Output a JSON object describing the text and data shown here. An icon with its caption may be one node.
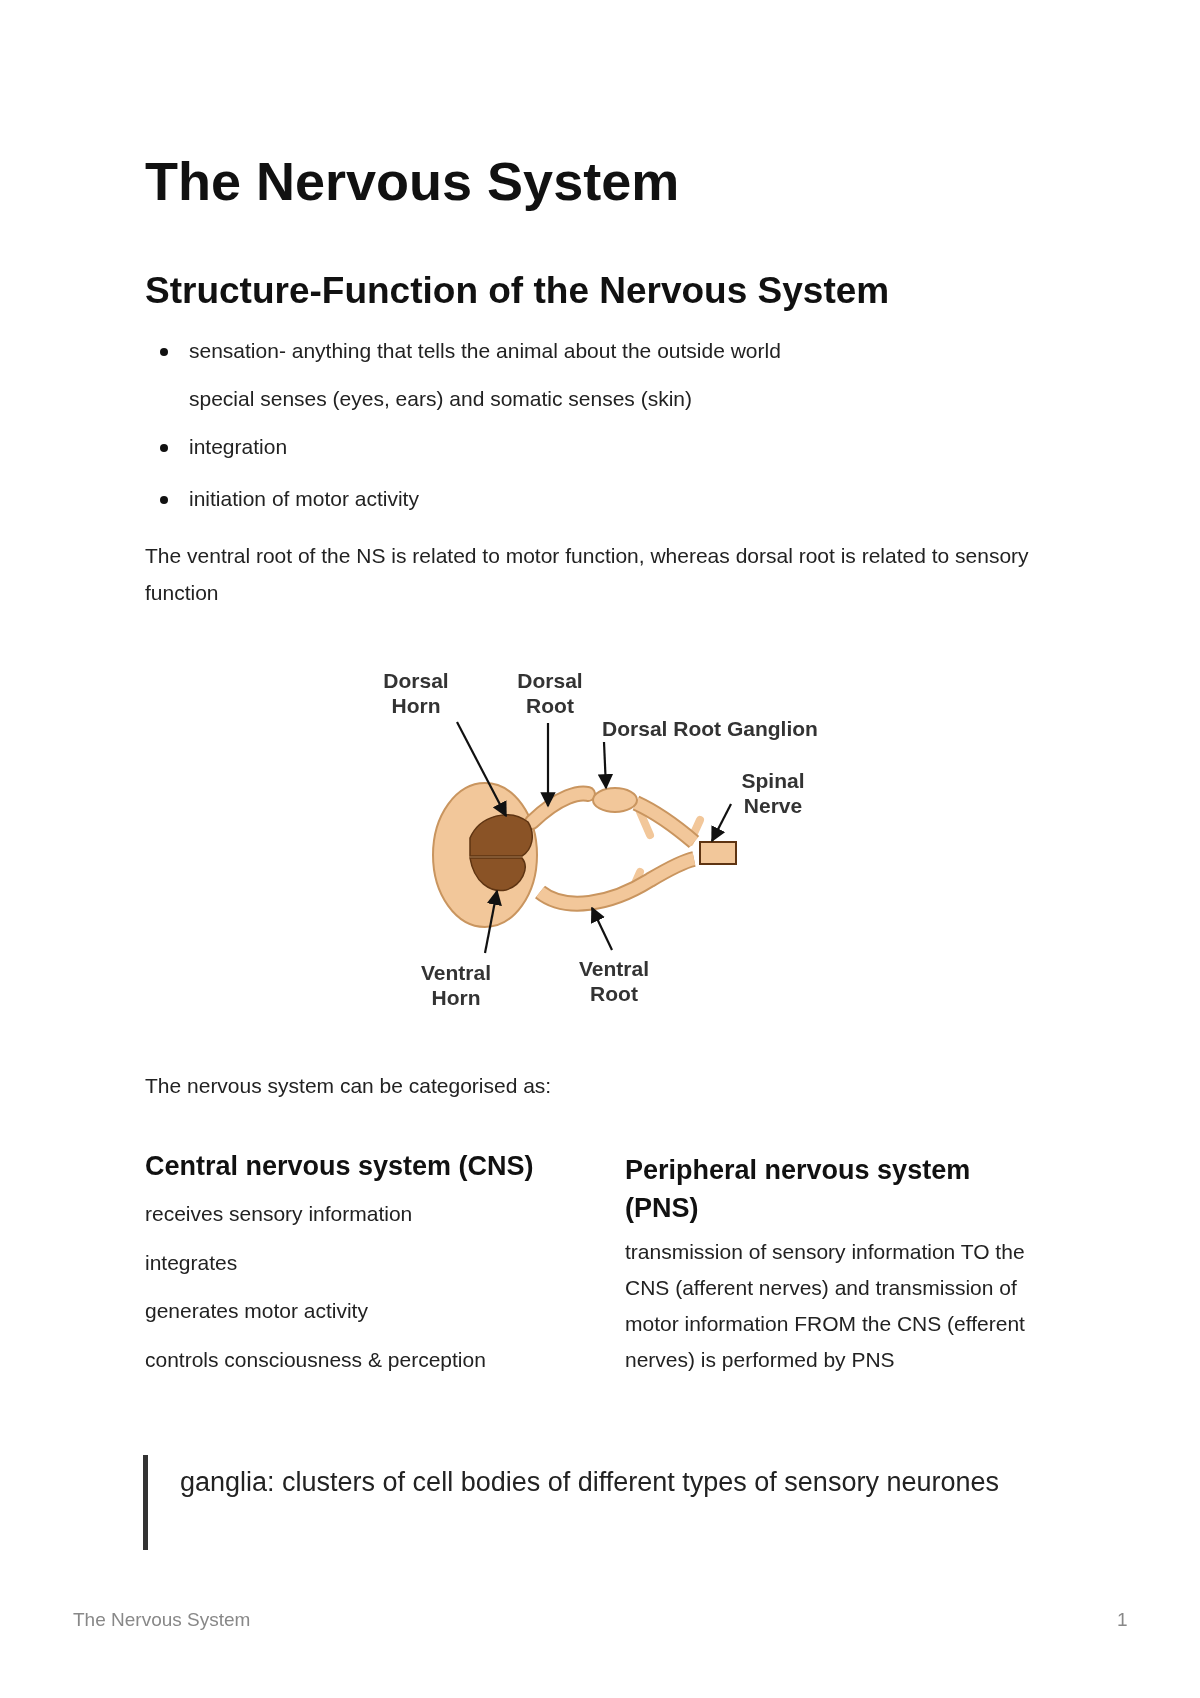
{
  "diagram": {
    "title": "The Nervous System",
    "nodes": [
      {
        "text": [
          "Dorsal Horn"
        ]
      },
      {
        "text": [
          "Dorsal Root"
        ]
      },
      {
        "text": [
          "Dorsal Root Ganglion"
        ]
      },
      {
        "text": [
          "Spinal Nerve"
        ]
      },
      {
        "text": [
          "Ventral Horn"
        ]
      },
      {
        "text": [
          "Ventral Root"
        ]
      },
      {
        "text": [],
        "shape": "box"
      },
      {
        "text": [],
        "shape": "picture"
      },
      {
        "text": [],
        "shape": "picture"
      },
      {
        "text": [],
        "shape": "box"
      },
      {
        "text": [],
        "shape": "box"
      },
      {
        "text": [],
        "shape": "picture"
      }
    ],
    "edges": [
      {
        "from": 0,
        "to": 6,
        "arrow": "to"
      },
      {
        "from": 1,
        "to": 7,
        "arrow": "to"
      },
      {
        "from": 2,
        "to": 8,
        "arrow": "to"
      },
      {
        "from": 3,
        "to": 9,
        "arrow": "to"
      },
      {
        "from": 4,
        "to": 10,
        "arrow": "to"
      },
      {
        "from": 5,
        "to": 11,
        "arrow": "to"
      }
    ],
    "labels": [
      "Structure-Function of the Nervous System",
      "sensation- anything that tells the animal about the outside world",
      "special senses (eyes, ears) and somatic senses (skin)",
      "integration",
      "initiation of motor activity",
      "The ventral root of the NS is related to motor function, whereas dorsal root is related to sensory function",
      "The nervous system can be categorised as:",
      "Central nervous system (CNS)",
      "receives sensory information",
      "integrates",
      "generates motor activity",
      "controls consciousness & perception",
      "Peripheral nervous system (PNS)",
      "transmission of sensory information TO the CNS (afferent nerves) and transmission of motor information FROM the CNS (efferent nerves) is performed by PNS",
      "ganglia: clusters of cell bodies of different types of sensory neurones",
      "The Nervous System",
      "1"
    ]
  }
}
